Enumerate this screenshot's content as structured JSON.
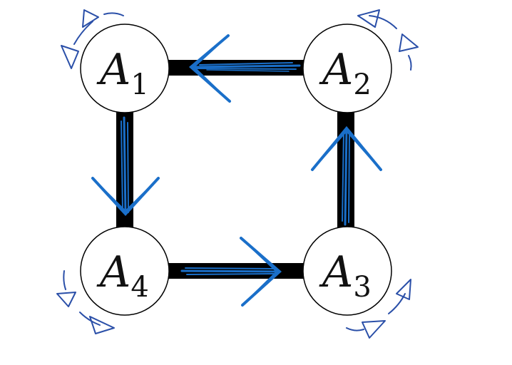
{
  "nodes": [
    {
      "id": "A1",
      "letter": "A",
      "sub": "1"
    },
    {
      "id": "A2",
      "letter": "A",
      "sub": "2"
    },
    {
      "id": "A3",
      "letter": "A",
      "sub": "3"
    },
    {
      "id": "A4",
      "letter": "A",
      "sub": "4"
    }
  ],
  "edges": [
    {
      "from": "A2",
      "to": "A1"
    },
    {
      "from": "A1",
      "to": "A4"
    },
    {
      "from": "A4",
      "to": "A3"
    },
    {
      "from": "A3",
      "to": "A2"
    }
  ],
  "colors": {
    "edge": "#000000",
    "arrow": "#1a6fc9",
    "loop": "#2a4fa8",
    "node_stroke": "#000000",
    "node_fill": "#ffffff"
  }
}
